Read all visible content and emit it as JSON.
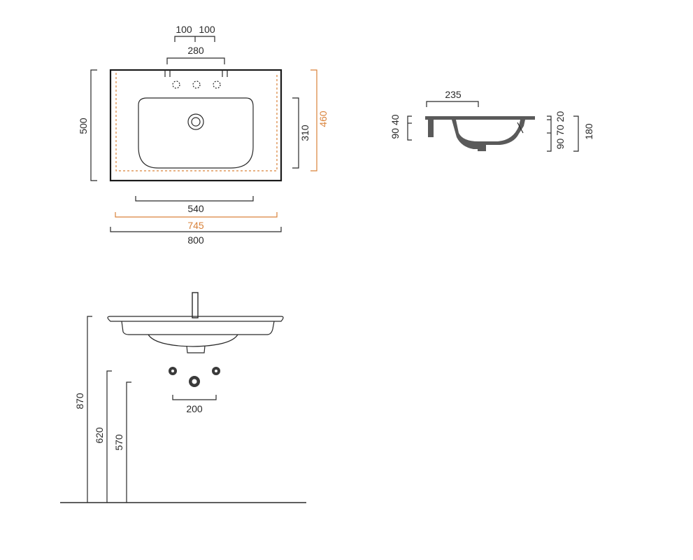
{
  "top_view": {
    "tap_spacing_a": "100",
    "tap_spacing_b": "100",
    "tap_span": "280",
    "depth": "500",
    "bowl_depth": "310",
    "internal_depth": "460",
    "bowl_width": "540",
    "internal_width": "745",
    "overall_width": "800"
  },
  "section_view": {
    "bowl_width": "235",
    "left_dims": "90 40",
    "right_dims": "90 70 20",
    "overall_height": "180"
  },
  "front_view": {
    "top_height": "870",
    "mid_height": "620",
    "low_height": "570",
    "waste_spacing": "200"
  },
  "colors": {
    "line": "#2a2a2a",
    "accent": "#d9823a"
  }
}
